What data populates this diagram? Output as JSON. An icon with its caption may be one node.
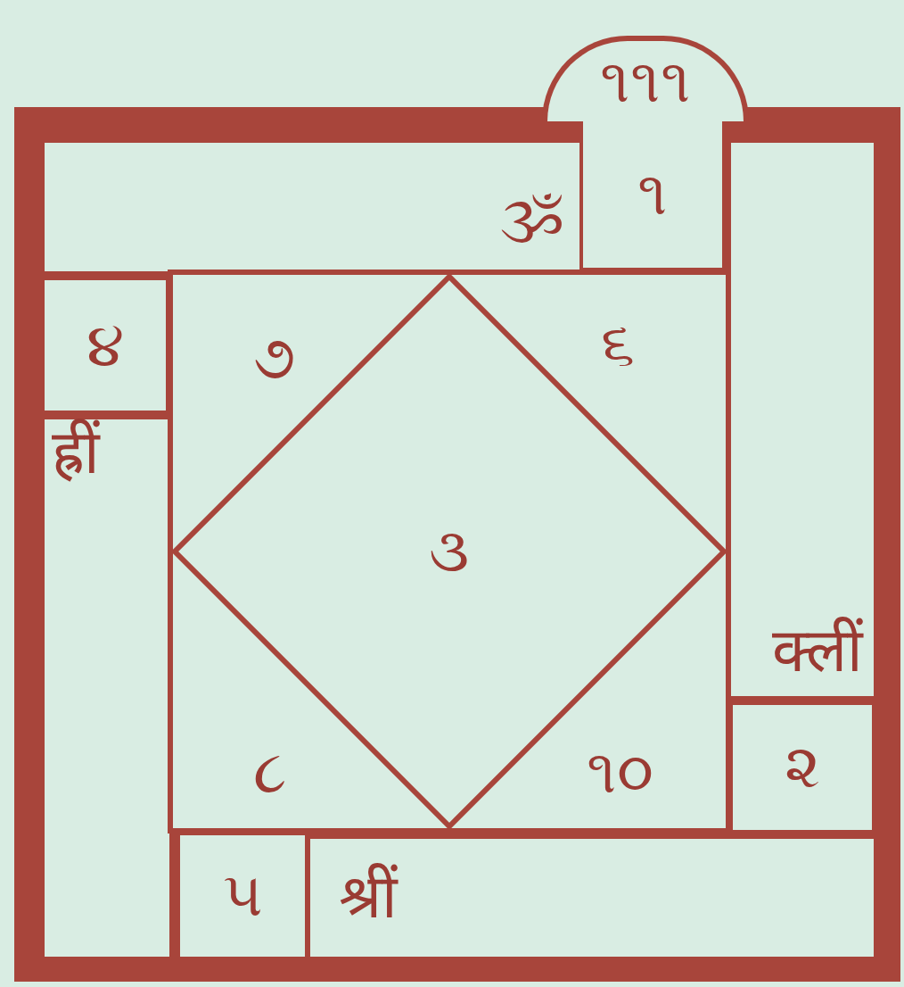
{
  "diagram": {
    "nodes": [
      {
        "text": [
          "૧૧૧"
        ]
      },
      {
        "text": [
          "૧"
        ]
      },
      {
        "text": [
          "ૐ"
        ]
      },
      {
        "text": [
          "૪"
        ]
      },
      {
        "text": [
          "ह्रीं"
        ]
      },
      {
        "text": [],
        "shape": "box"
      },
      {
        "text": [
          "૩"
        ],
        "in": 5
      },
      {
        "text": [
          "क्लीं"
        ]
      },
      {
        "text": [
          "૨"
        ]
      },
      {
        "text": [
          "૫"
        ]
      },
      {
        "text": [
          "श्रीं"
        ]
      }
    ],
    "edges": [],
    "labels": [
      "૭",
      "૬",
      "૮",
      "૧૦"
    ]
  }
}
